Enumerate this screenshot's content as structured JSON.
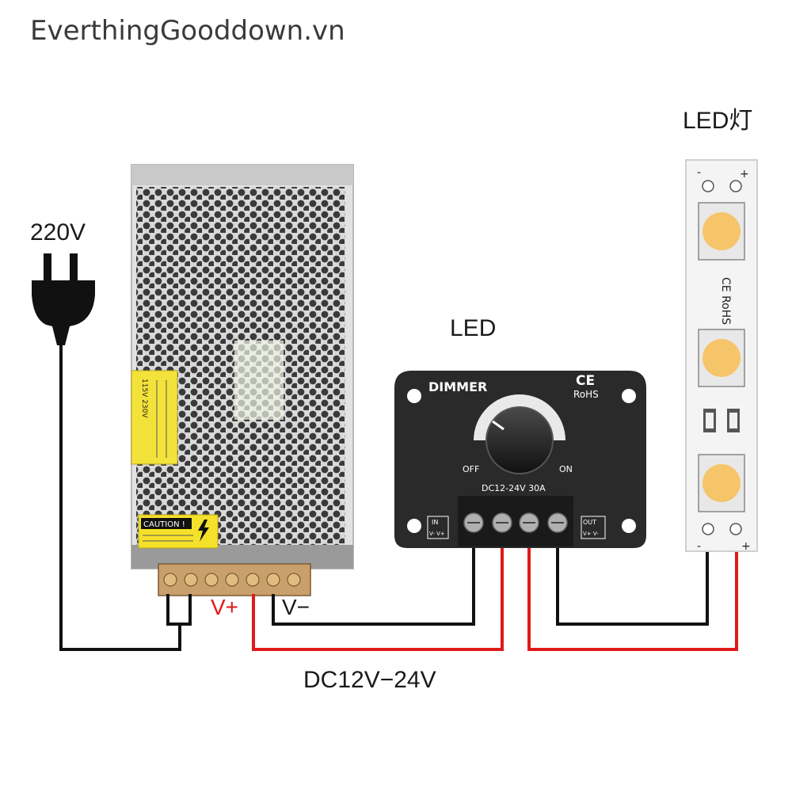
{
  "watermark": "EverthingGooddown.vn",
  "labels": {
    "mains_voltage": "220V",
    "dimmer_heading": "LED",
    "strip_heading": "LED灯",
    "psu_positive": "V+",
    "psu_negative": "V−",
    "dc_range": "DC12V−24V"
  },
  "power_supply": {
    "caution": "CAUTION !",
    "voltage_switch": "115V  230V"
  },
  "dimmer": {
    "title": "DIMMER",
    "ce_mark": "CE",
    "rohs": "RoHS",
    "off_label": "OFF",
    "on_label": "ON",
    "rating": "DC12-24V  30A",
    "in_label": "IN",
    "in_pins": "V- V+",
    "out_label": "OUT",
    "out_pins": "V+ V-"
  },
  "led_strip": {
    "minus_top": "-",
    "plus_top": "+",
    "cert_text": "CE RoHS",
    "minus_bottom": "-",
    "plus_bottom": "+"
  },
  "colors": {
    "wire_black": "#111111",
    "wire_red": "#e01a1a",
    "led_yellow": "#f6c56a",
    "dimmer_body": "#2a2a2a",
    "psu_metal": "#d8d8d8",
    "caution_yellow": "#f5e12a"
  }
}
